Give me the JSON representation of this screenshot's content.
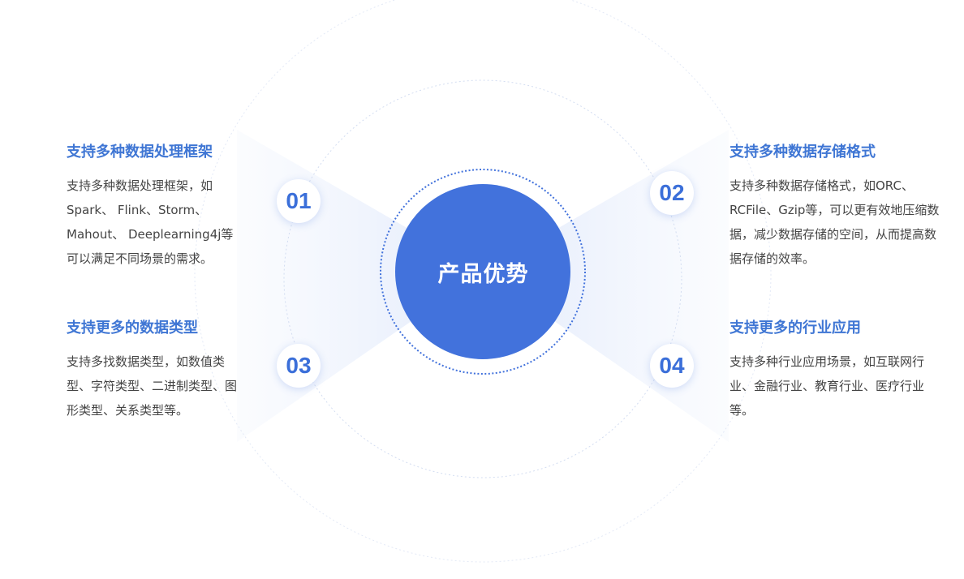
{
  "center": {
    "title": "产品优势"
  },
  "colors": {
    "accent": "#4272dc",
    "heading": "#3f76d4",
    "body_text": "#444444"
  },
  "features": [
    {
      "number": "01",
      "title": "支持多种数据处理框架",
      "description": "支持多种数据处理框架，如Spark、 Flink、Storm、Mahout、 Deeplearning4j等可以满足不同场景的需求。"
    },
    {
      "number": "02",
      "title": "支持多种数据存储格式",
      "description": "支持多种数据存储格式，如ORC、RCFile、Gzip等，可以更有效地压缩数据，减少数据存储的空间，从而提高数据存储的效率。"
    },
    {
      "number": "03",
      "title": "支持更多的数据类型",
      "description": "支持多找数据类型，如数值类型、字符类型、二进制类型、图形类型、关系类型等。"
    },
    {
      "number": "04",
      "title": "支持更多的行业应用",
      "description": "支持多种行业应用场景，如互联网行业、金融行业、教育行业、医疗行业等。"
    }
  ]
}
